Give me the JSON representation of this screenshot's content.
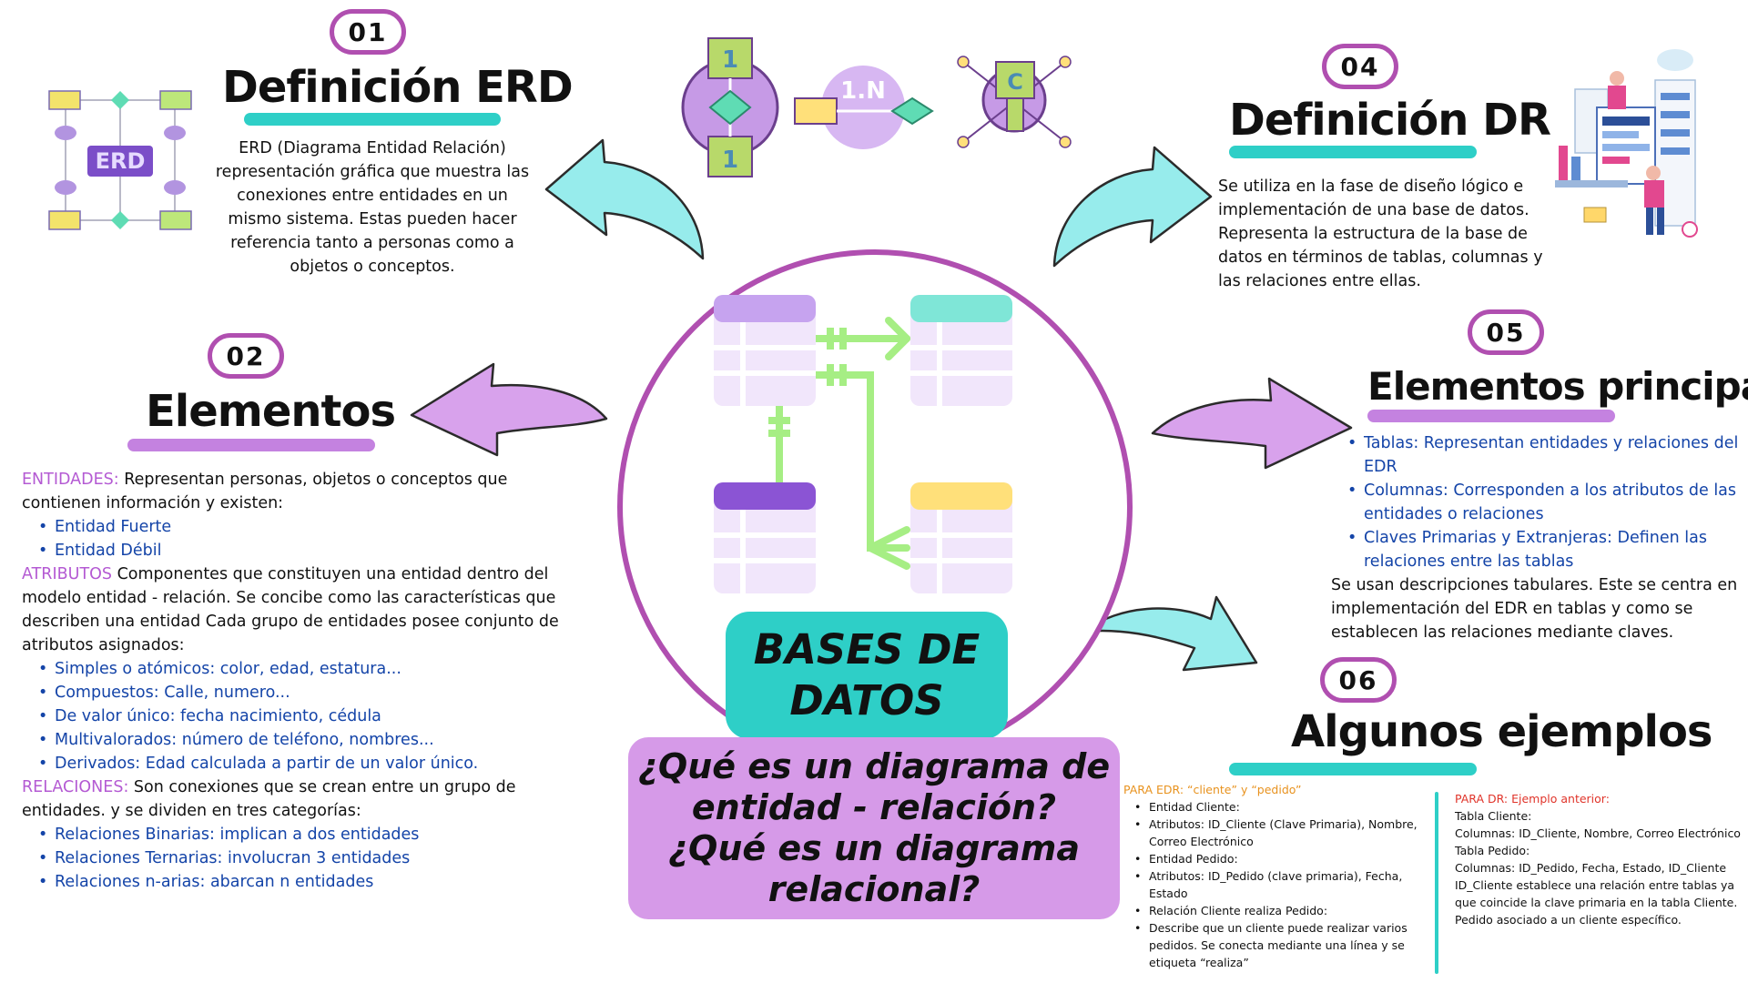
{
  "sections": {
    "s01": {
      "num": "01",
      "title": "Definición ERD",
      "text": "ERD (Diagrama Entidad Relación) representación gráfica que muestra las conexiones entre entidades en un mismo sistema. Estas pueden hacer referencia tanto a personas como a objetos o conceptos."
    },
    "s02": {
      "num": "02",
      "title": "Elementos",
      "entidades_label": "ENTIDADES:",
      "entidades_text": " Representan personas, objetos o conceptos que contienen información y existen:",
      "entidades_items": [
        "Entidad Fuerte",
        "Entidad Débil"
      ],
      "atributos_label": "ATRIBUTOS",
      "atributos_text": " Componentes que constituyen una entidad dentro del modelo entidad - relación. Se concibe como las características que describen una entidad Cada grupo de entidades posee conjunto de atributos asignados:",
      "atributos_items": [
        "Simples o atómicos: color, edad, estatura...",
        "Compuestos: Calle, numero...",
        "De valor único: fecha nacimiento, cédula",
        "Multivalorados: número de teléfono, nombres...",
        "Derivados: Edad calculada a partir de un valor único."
      ],
      "relaciones_label": "RELACIONES:",
      "relaciones_text": " Son conexiones que se crean entre un grupo de entidades. y se dividen en tres categorías:",
      "relaciones_items": [
        "Relaciones Binarias: implican a dos entidades",
        "Relaciones Ternarias: involucran 3 entidades",
        "Relaciones n-arias: abarcan n entidades"
      ]
    },
    "s04": {
      "num": "04",
      "title": "Definición DR",
      "text": "Se utiliza en la fase de diseño lógico e implementación de una base de datos. Representa la estructura de la base de datos en términos de tablas, columnas y las relaciones entre ellas."
    },
    "s05": {
      "num": "05",
      "title": "Elementos principales",
      "items": [
        "Tablas: Representan entidades y relaciones del EDR",
        "Columnas: Corresponden a los atributos de las entidades o relaciones",
        "Claves Primarias y Extranjeras: Definen las relaciones entre las tablas"
      ],
      "text": "Se usan descripciones tabulares. Este se centra en implementación del EDR en tablas y como se establecen las relaciones mediante claves."
    },
    "s06": {
      "num": "06",
      "title": "Algunos ejemplos",
      "edr_header": "PARA EDR: “cliente” y “pedido”",
      "edr_items": [
        "Entidad Cliente:",
        "Atributos: ID_Cliente (Clave Primaria), Nombre, Correo Electrónico",
        "Entidad Pedido:",
        "Atributos: ID_Pedido (clave primaria), Fecha, Estado",
        "Relación Cliente realiza Pedido:",
        "Describe que un cliente puede realizar varios pedidos. Se conecta mediante una línea y se etiqueta “realiza”"
      ],
      "dr_header": "PARA DR: Ejemplo anterior:",
      "dr_lines": [
        "Tabla Cliente:",
        "Columnas: ID_Cliente, Nombre, Correo Electrónico",
        "Tabla Pedido:",
        "Columnas: ID_Pedido, Fecha, Estado, ID_Cliente",
        "ID_Cliente establece una relación entre tablas ya que coincide la clave primaria en la tabla Cliente. Pedido asociado a un cliente específico."
      ]
    }
  },
  "center": {
    "title_lines": [
      "BASES DE",
      "DATOS"
    ],
    "question_lines": [
      "¿Qué es un diagrama de",
      "entidad - relación?",
      "¿Qué es un diagrama",
      "relacional?"
    ]
  },
  "icons": {
    "erd_label": "ERD",
    "cardinality_one": "1",
    "cardinality_one_n": "1.N",
    "cardinality_c": "C"
  },
  "colors": {
    "teal": "#2ecfc7",
    "purple": "#b04fb0",
    "lilac": "#d69ae8",
    "blue_text": "#1444a8"
  }
}
